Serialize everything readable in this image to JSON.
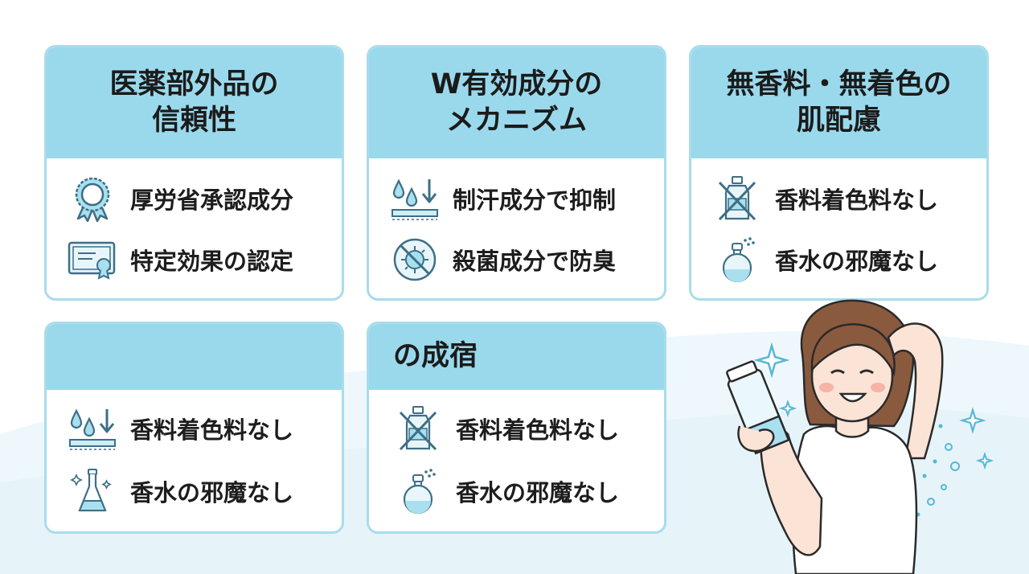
{
  "cards": [
    {
      "title_line1": "医薬部外品の",
      "title_line2": "信頼性",
      "items": [
        {
          "label": "厚労省承認成分",
          "icon": "award-ribbon-icon"
        },
        {
          "label": "特定効果の認定",
          "icon": "certificate-icon"
        }
      ]
    },
    {
      "title_line1": "W有効成分の",
      "title_line2": "メカニズム",
      "items": [
        {
          "label": "制汗成分で抑制",
          "icon": "sweat-drops-icon"
        },
        {
          "label": "殺菌成分で防臭",
          "icon": "no-bacteria-icon"
        }
      ]
    },
    {
      "title_line1": "無香料・無着色の",
      "title_line2": "肌配慮",
      "items": [
        {
          "label": "香料着色料なし",
          "icon": "crossed-bottle-icon"
        },
        {
          "label": "香水の邪魔なし",
          "icon": "perfume-bottle-icon"
        }
      ]
    },
    {
      "title_line1": "",
      "items": [
        {
          "label": "香料着色料なし",
          "icon": "sweat-drops-icon"
        },
        {
          "label": "香水の邪魔なし",
          "icon": "flask-sparkle-icon"
        }
      ]
    },
    {
      "title_line1": "の成宿",
      "items": [
        {
          "label": "香料着色料なし",
          "icon": "crossed-bottle-icon"
        },
        {
          "label": "香水の邪魔なし",
          "icon": "perfume-bottle-icon"
        }
      ]
    }
  ],
  "colors": {
    "header_bg": "#9ad9ec",
    "card_border": "#a9dcec",
    "icon_stroke": "#3d6f86",
    "icon_fill": "#a9e0f0",
    "wave": "#e9f6fb"
  },
  "illustration": "woman-holding-deodorant-tube"
}
